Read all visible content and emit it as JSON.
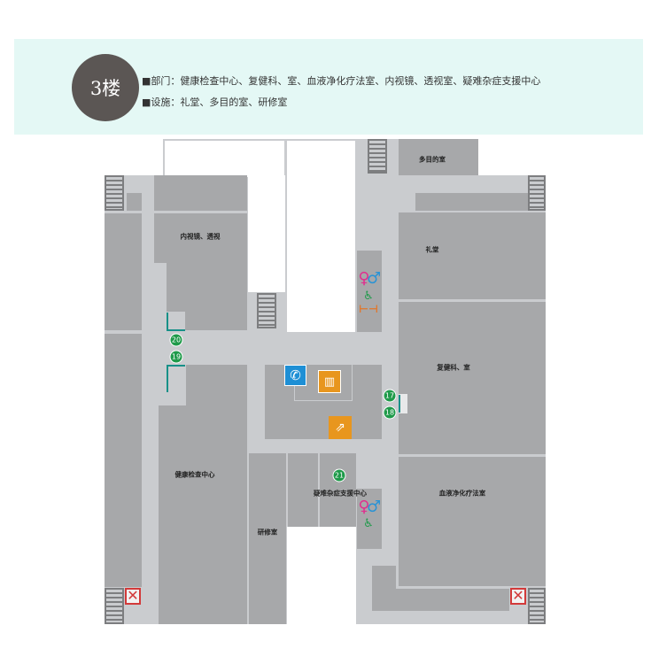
{
  "header": {
    "floor": "3楼",
    "departments": "■部门：健康检查中心、复健科、室、血液净化疗法室、内视镜、透视室、疑难杂症支援中心",
    "facilities": "■设施：礼堂、多目的室、研修室"
  },
  "map": {
    "rooms": {
      "multipurpose": "多目的室",
      "endoscopy": "内视镜、透视",
      "auditorium": "礼堂",
      "rehab": "复健科、室",
      "health_check": "健康检查中心",
      "training": "研修室",
      "difficult_disease": "疑难杂症支援中心",
      "dialysis": "血液净化疗法室"
    },
    "markers": [
      "20",
      "19",
      "17",
      "18",
      "21"
    ],
    "icons": [
      "stairs-icon",
      "restroom-icon",
      "wheelchair-icon",
      "baby-changing-icon",
      "phone-icon",
      "elevator-icon",
      "escalator-icon",
      "no-entry-icon"
    ],
    "colors": {
      "floor": "#cacccf",
      "room": "#a7a8aa",
      "marker": "#1f9a4a",
      "phone": "#1e8fd5",
      "elevator": "#e8961e",
      "female": "#e0308f",
      "male": "#2a93d5"
    }
  }
}
